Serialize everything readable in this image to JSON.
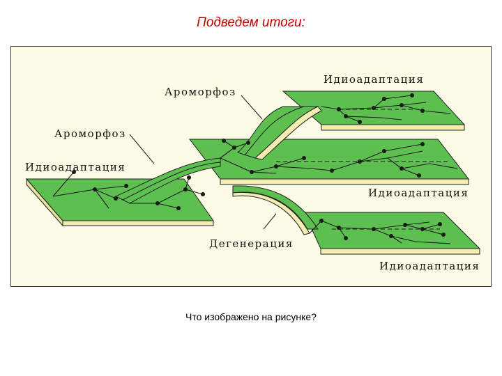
{
  "title": "Подведем итоги:",
  "question": "Что изображено на рисунке?",
  "diagram": {
    "labels": {
      "aromorphosis_top": "Ароморфоз",
      "aromorphosis_left": "Ароморфоз",
      "idioadaptation_left": "Идиоадаптация",
      "idioadaptation_top_right": "Идиоадаптация",
      "idioadaptation_middle_right": "Идиоадаптация",
      "idioadaptation_bottom_right": "Идиоадаптация",
      "degeneration": "Дегенерация"
    },
    "colors": {
      "plane_green": "#5cbf4f",
      "plane_edge": "#f3edb2",
      "branch_line": "#1a1a1a",
      "background": "#fcfce6"
    }
  }
}
